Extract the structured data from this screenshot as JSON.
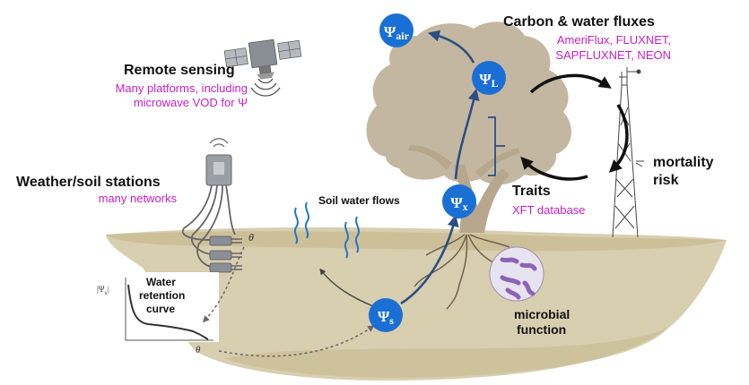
{
  "colors": {
    "soil": "#d8ceb0",
    "soil_dark": "#cdbf98",
    "tree": "#c4b7a1",
    "node": "#1a6fd4",
    "arrow": "#2a4f82",
    "magenta": "#c81ec8",
    "water": "#1f78c8"
  },
  "nodes": [
    {
      "id": "psi-air",
      "symbol": "Ψ",
      "sub": "air"
    },
    {
      "id": "psi-leaf",
      "symbol": "Ψ",
      "sub": "L"
    },
    {
      "id": "psi-xylem",
      "symbol": "Ψ",
      "sub": "x"
    },
    {
      "id": "psi-soil",
      "symbol": "Ψ",
      "sub": "s"
    }
  ],
  "labels": {
    "remote_title": "Remote sensing",
    "remote_sub_1": "Many platforms, including",
    "remote_sub_2": "microwave VOD for Ψ",
    "weather_title": "Weather/soil stations",
    "weather_sub": "many networks",
    "fluxes_title": "Carbon & water fluxes",
    "fluxes_sub_1": "AmeriFlux, FLUXNET,",
    "fluxes_sub_2": "SAPFLUXNET, NEON",
    "traits_title": "Traits",
    "traits_sub": "XFT database",
    "mortality_1": "mortality",
    "mortality_2": "risk",
    "soil_water": "Soil water flows",
    "theta_top": "θ",
    "curve_1": "Water",
    "curve_2": "retention",
    "curve_3": "curve",
    "curve_y": "|Ψ",
    "curve_y_sub": "s",
    "curve_y_end": "|",
    "curve_x": "θ",
    "microbial_1": "microbial",
    "microbial_2": "function"
  },
  "icons": [
    "satellite-icon",
    "weather-station-icon",
    "flux-tower-icon",
    "microbe-icon",
    "water-flow-icon"
  ]
}
